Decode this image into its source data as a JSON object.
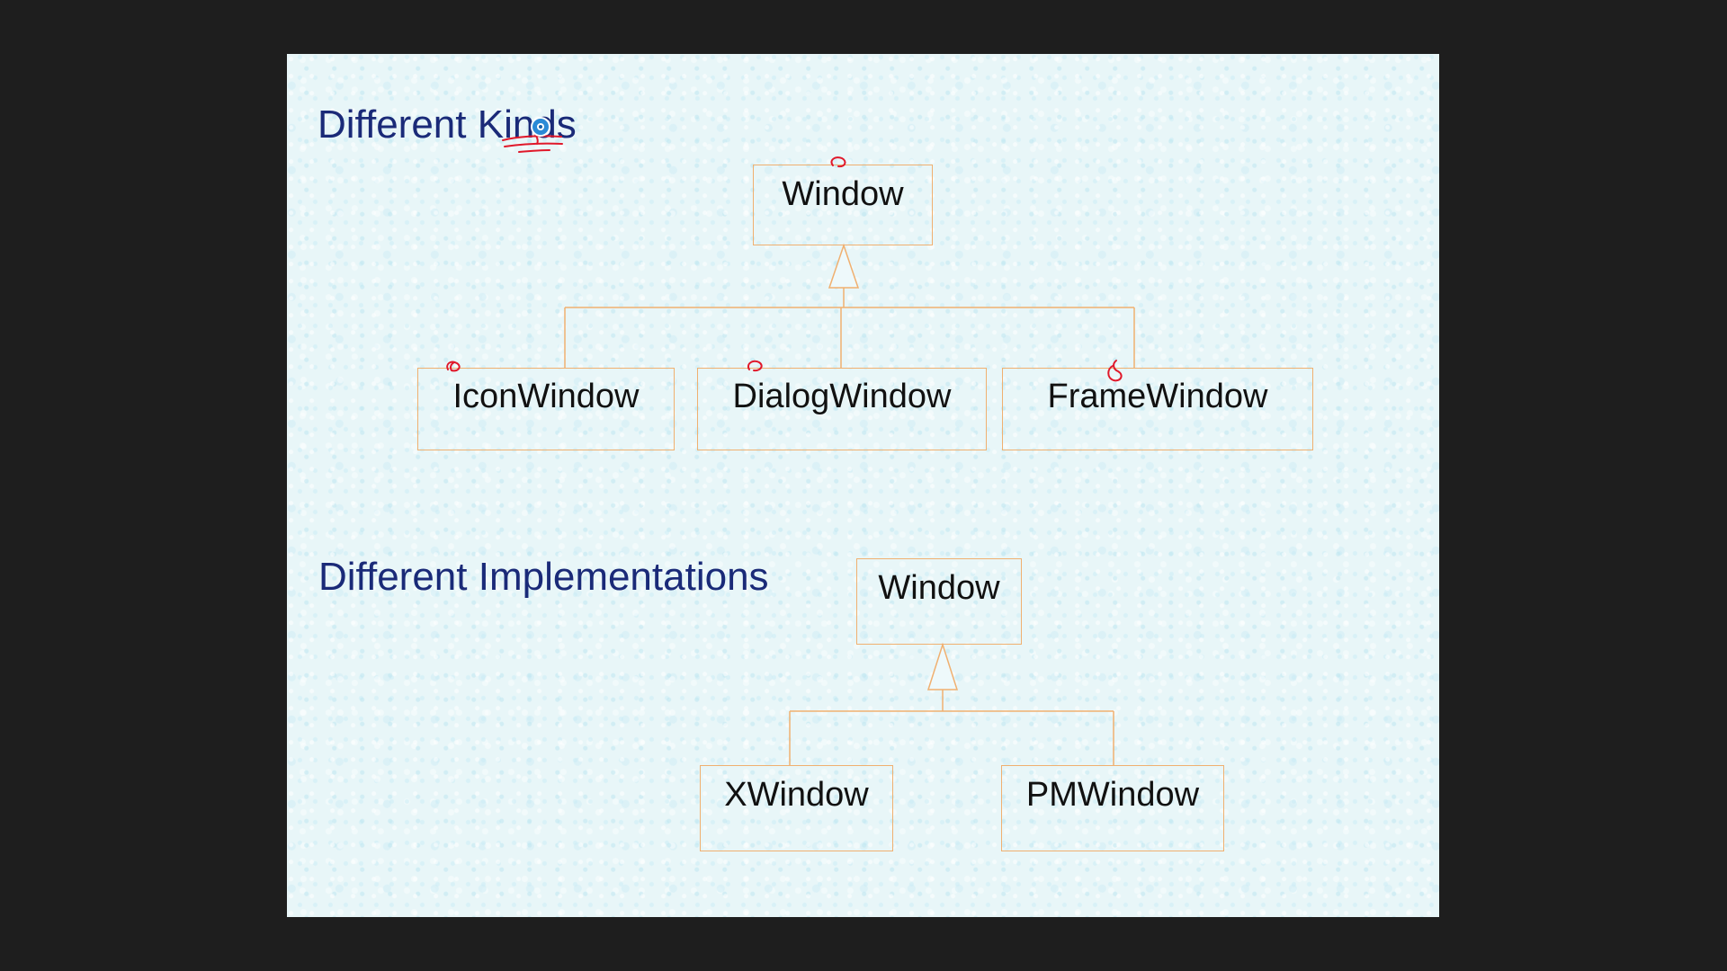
{
  "slide": {
    "titles": {
      "kinds": "Different Kinds",
      "implementations": "Different Implementations"
    },
    "kinds_diagram": {
      "parent": "Window",
      "children": [
        "IconWindow",
        "DialogWindow",
        "FrameWindow"
      ]
    },
    "implementations_diagram": {
      "parent": "Window",
      "children": [
        "XWindow",
        "PMWindow"
      ]
    }
  },
  "colors": {
    "title": "#1a2a78",
    "box_border": "#f0b070",
    "ink_marks": "#e0182a",
    "slide_background": "#e8f6f8",
    "viewer_background": "#1e1e1e"
  },
  "icons": {
    "pointer": "laser-pointer-icon"
  }
}
